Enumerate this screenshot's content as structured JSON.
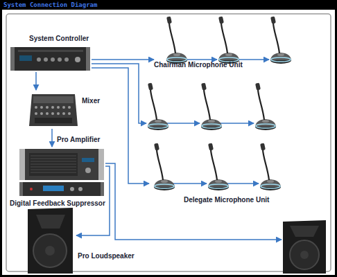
{
  "diagram": {
    "title": "System Connection Diagram",
    "nodes": [
      {
        "text": [
          "System Controller"
        ]
      },
      {
        "text": [
          "Mixer"
        ]
      },
      {
        "text": [
          "Pro Amplifier"
        ]
      },
      {
        "text": [
          "Digital Feedback Suppressor"
        ]
      },
      {
        "text": [
          "Pro Loudspeaker"
        ]
      },
      {
        "text": [
          "Chairman Microphone Unit"
        ]
      },
      {
        "text": [
          "Delegate Microphone Unit"
        ]
      }
    ],
    "edges": [
      {
        "from": 0,
        "to": 1,
        "arrow": "to"
      },
      {
        "from": 1,
        "to": 2,
        "arrow": "to"
      },
      {
        "from": 0,
        "to": 5,
        "arrow": "to"
      },
      {
        "from": 0,
        "to": 6,
        "arrow": "to"
      },
      {
        "from": 2,
        "to": 4,
        "arrow": "to"
      }
    ]
  }
}
